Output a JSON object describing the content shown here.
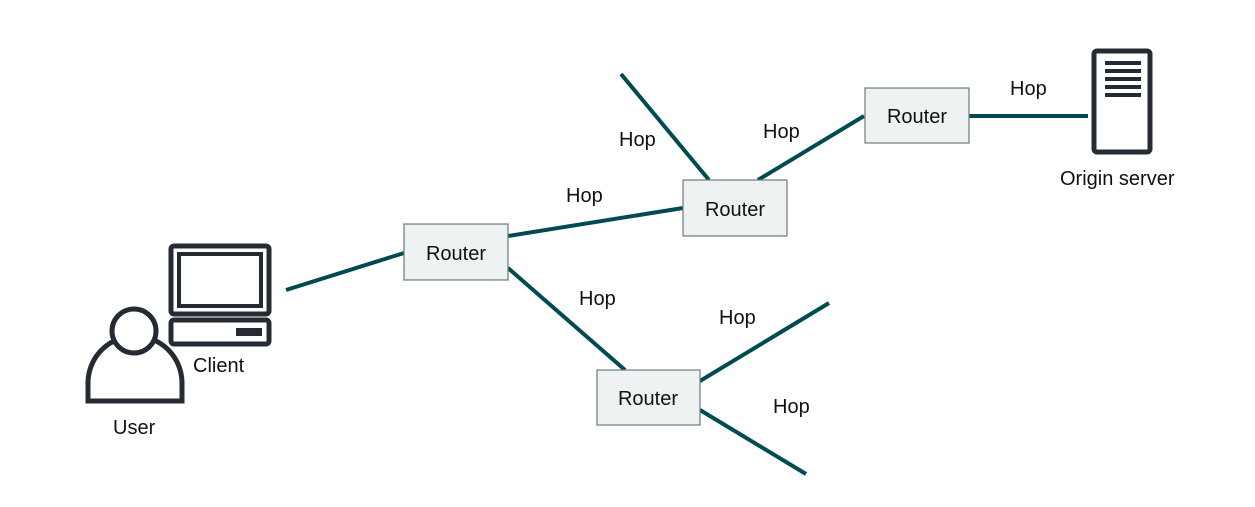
{
  "colors": {
    "link": "#004b50",
    "router_fill": "#eef2f2",
    "router_border": "#6e7b7b",
    "icon": "#252b33"
  },
  "icons": {
    "user": "user-icon",
    "client": "desktop-computer-icon",
    "server": "server-tower-icon"
  },
  "labels": {
    "user": "User",
    "client": "Client",
    "origin_server": "Origin server"
  },
  "routers": {
    "r1": "Router",
    "r2": "Router",
    "r3": "Router",
    "r4": "Router"
  },
  "hops": {
    "h1": "Hop",
    "h2": "Hop",
    "h3": "Hop",
    "h4": "Hop",
    "h5": "Hop",
    "h6": "Hop",
    "h7": "Hop"
  }
}
